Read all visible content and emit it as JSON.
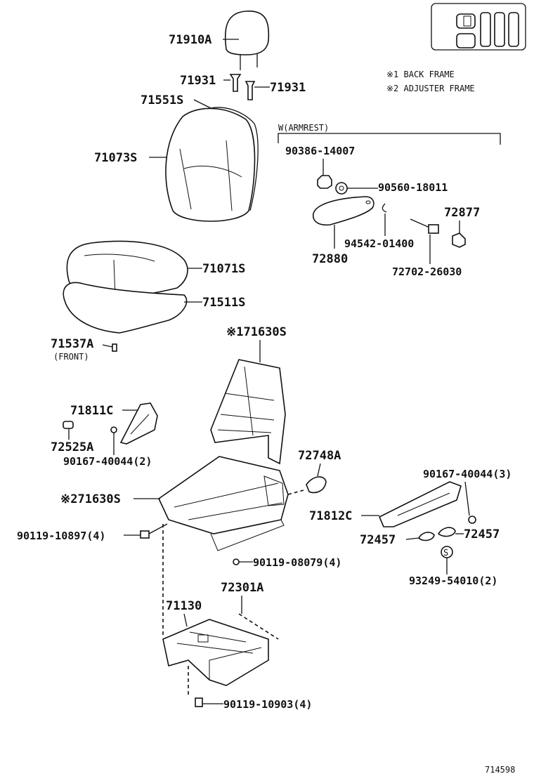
{
  "legend": {
    "note1": "※1 BACK FRAME",
    "note2": "※2 ADJUSTER FRAME"
  },
  "armrest_header": "W(ARMREST)",
  "parts": {
    "headrest": "71910A",
    "guide_left": "71931",
    "guide_right": "71931",
    "back_cover": "71551S",
    "back_pad": "71073S",
    "cushion_pad": "71071S",
    "cushion_cover": "71511S",
    "clip": "71537A",
    "clip_note": "(FRONT)",
    "back_frame": "※171630S",
    "shield_inner": "71811C",
    "cap": "72525A",
    "bolt_inner": "90167-40044(2)",
    "cover_small": "72748A",
    "adjuster_frame": "※271630S",
    "bolt_side": "90119-10897(4)",
    "bolt_bottom": "90119-08079(4)",
    "bolt_outer": "90167-40044(3)",
    "shield_outer": "71812C",
    "knob_left": "72457",
    "knob_right": "72457",
    "snap_ring": "93249-54010(2)",
    "rail": "72301A",
    "riser": "71130",
    "bolt_riser": "90119-10903(4)",
    "arm_bolt1": "90386-14007",
    "arm_bush": "90560-18011",
    "arm_cap": "72877",
    "arm_pin": "94542-01400",
    "armrest": "72880",
    "arm_bolt2": "72702-26030"
  },
  "snap_symbol": "S",
  "drawing_number": "714598"
}
